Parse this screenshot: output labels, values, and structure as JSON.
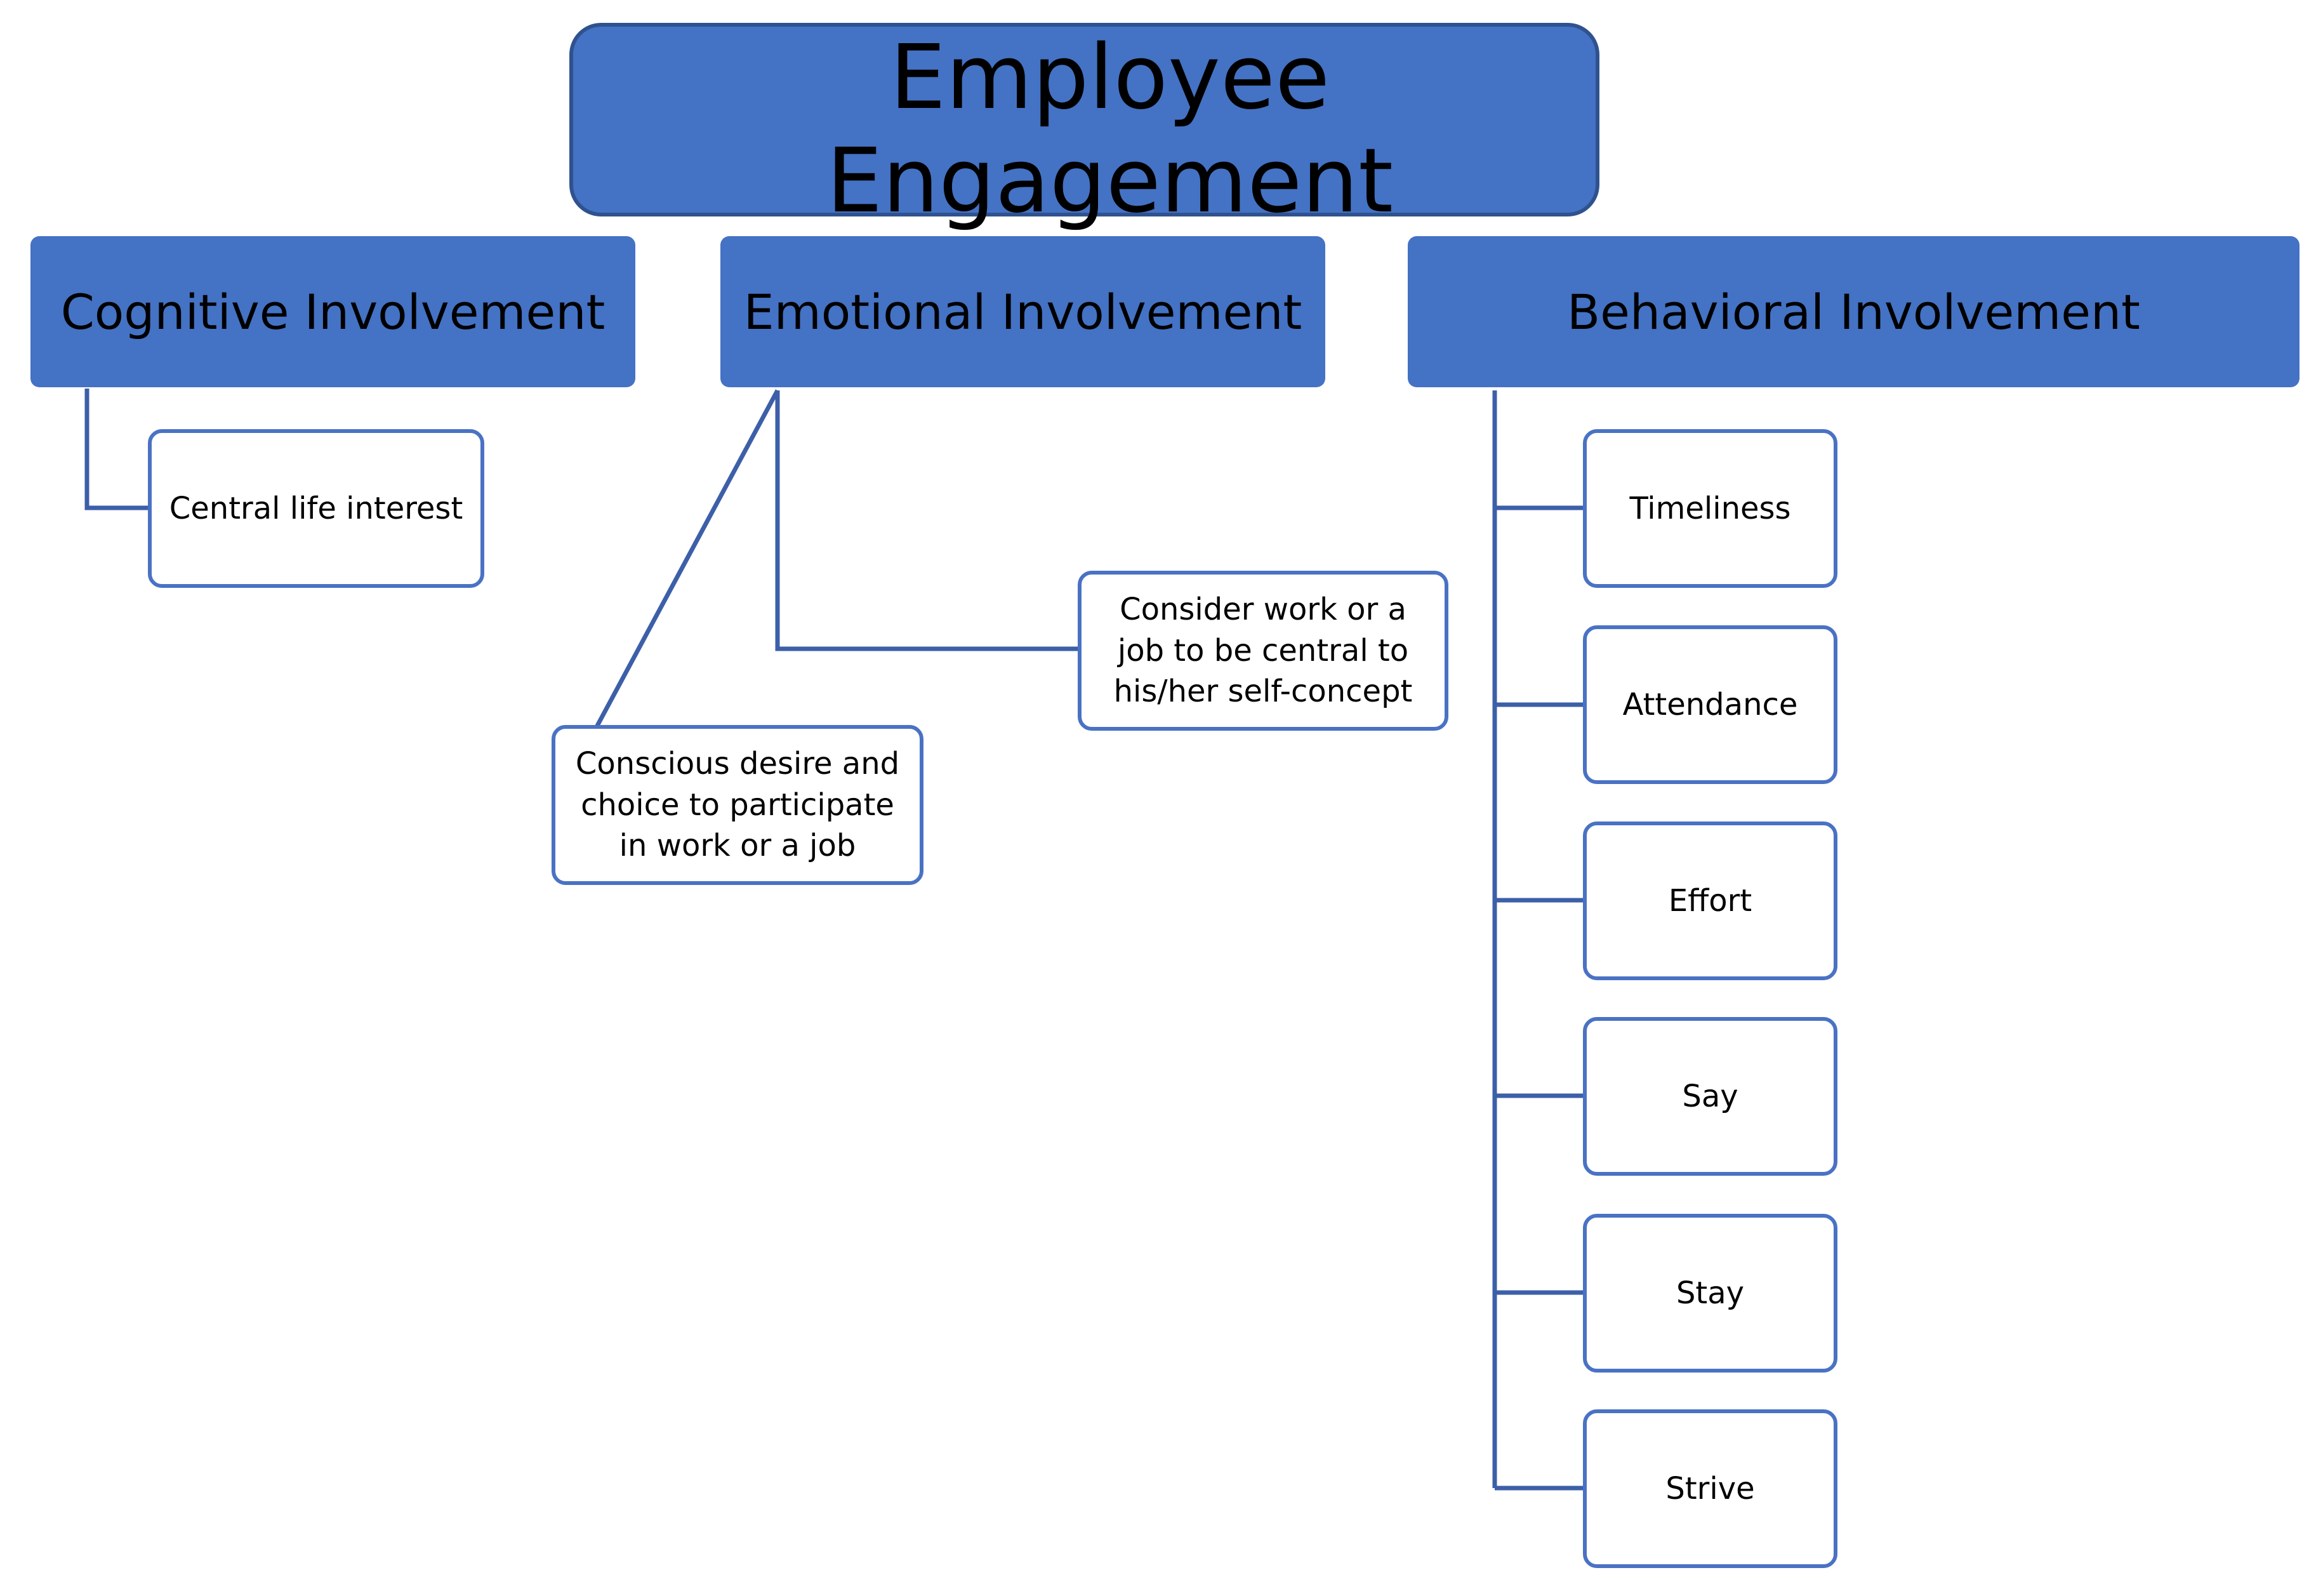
{
  "colors": {
    "accent": "#4472c4",
    "border": "#2f528f",
    "leaf_border": "#4a72c4",
    "connector": "#3c5fa8"
  },
  "diagram": {
    "title": "Employee Engagement",
    "branches": [
      {
        "label": "Cognitive Involvement",
        "children": [
          "Central life interest"
        ]
      },
      {
        "label": "Emotional Involvement",
        "children": [
          "Conscious desire and choice to participate in work or a job",
          "Consider work or a job to be central to his/her self-concept"
        ]
      },
      {
        "label": "Behavioral Involvement",
        "children": [
          "Timeliness",
          "Attendance",
          "Effort",
          "Say",
          "Stay",
          "Strive"
        ]
      }
    ]
  }
}
